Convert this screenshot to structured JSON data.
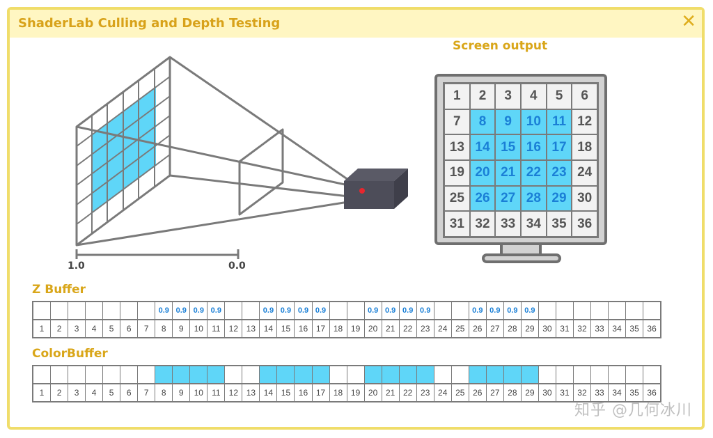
{
  "window": {
    "title": "ShaderLab Culling and Depth Testing",
    "close_icon": "close-icon"
  },
  "frustum": {
    "near_label": "1.0",
    "far_label": "0.0",
    "icon": "camera-icon"
  },
  "screen": {
    "title": "Screen output",
    "cells": [
      "1",
      "2",
      "3",
      "4",
      "5",
      "6",
      "7",
      "8",
      "9",
      "10",
      "11",
      "12",
      "13",
      "14",
      "15",
      "16",
      "17",
      "18",
      "19",
      "20",
      "21",
      "22",
      "23",
      "24",
      "25",
      "26",
      "27",
      "28",
      "29",
      "30",
      "31",
      "32",
      "33",
      "34",
      "35",
      "36"
    ],
    "highlighted": [
      8,
      9,
      10,
      11,
      14,
      15,
      16,
      17,
      20,
      21,
      22,
      23,
      26,
      27,
      28,
      29
    ]
  },
  "zbuffer": {
    "label": "Z Buffer",
    "values": [
      "",
      "",
      "",
      "",
      "",
      "",
      "",
      "0.9",
      "0.9",
      "0.9",
      "0.9",
      "",
      "",
      "0.9",
      "0.9",
      "0.9",
      "0.9",
      "",
      "",
      "0.9",
      "0.9",
      "0.9",
      "0.9",
      "",
      "",
      "0.9",
      "0.9",
      "0.9",
      "0.9",
      "",
      "",
      "",
      "",
      "",
      "",
      ""
    ],
    "indices": [
      "1",
      "2",
      "3",
      "4",
      "5",
      "6",
      "7",
      "8",
      "9",
      "10",
      "11",
      "12",
      "13",
      "14",
      "15",
      "16",
      "17",
      "18",
      "19",
      "20",
      "21",
      "22",
      "23",
      "24",
      "25",
      "26",
      "27",
      "28",
      "29",
      "30",
      "31",
      "32",
      "33",
      "34",
      "35",
      "36"
    ]
  },
  "colorbuffer": {
    "label": "ColorBuffer",
    "filled": [
      8,
      9,
      10,
      11,
      14,
      15,
      16,
      17,
      20,
      21,
      22,
      23,
      26,
      27,
      28,
      29
    ],
    "indices": [
      "1",
      "2",
      "3",
      "4",
      "5",
      "6",
      "7",
      "8",
      "9",
      "10",
      "11",
      "12",
      "13",
      "14",
      "15",
      "16",
      "17",
      "18",
      "19",
      "20",
      "21",
      "22",
      "23",
      "24",
      "25",
      "26",
      "27",
      "28",
      "29",
      "30",
      "31",
      "32",
      "33",
      "34",
      "35",
      "36"
    ]
  },
  "watermark": "知乎 @几何冰川",
  "colors": {
    "accent": "#d9a619",
    "fill": "#5fd6f8",
    "highlight_text": "#1a7fd6",
    "border": "#f0dd6a"
  }
}
